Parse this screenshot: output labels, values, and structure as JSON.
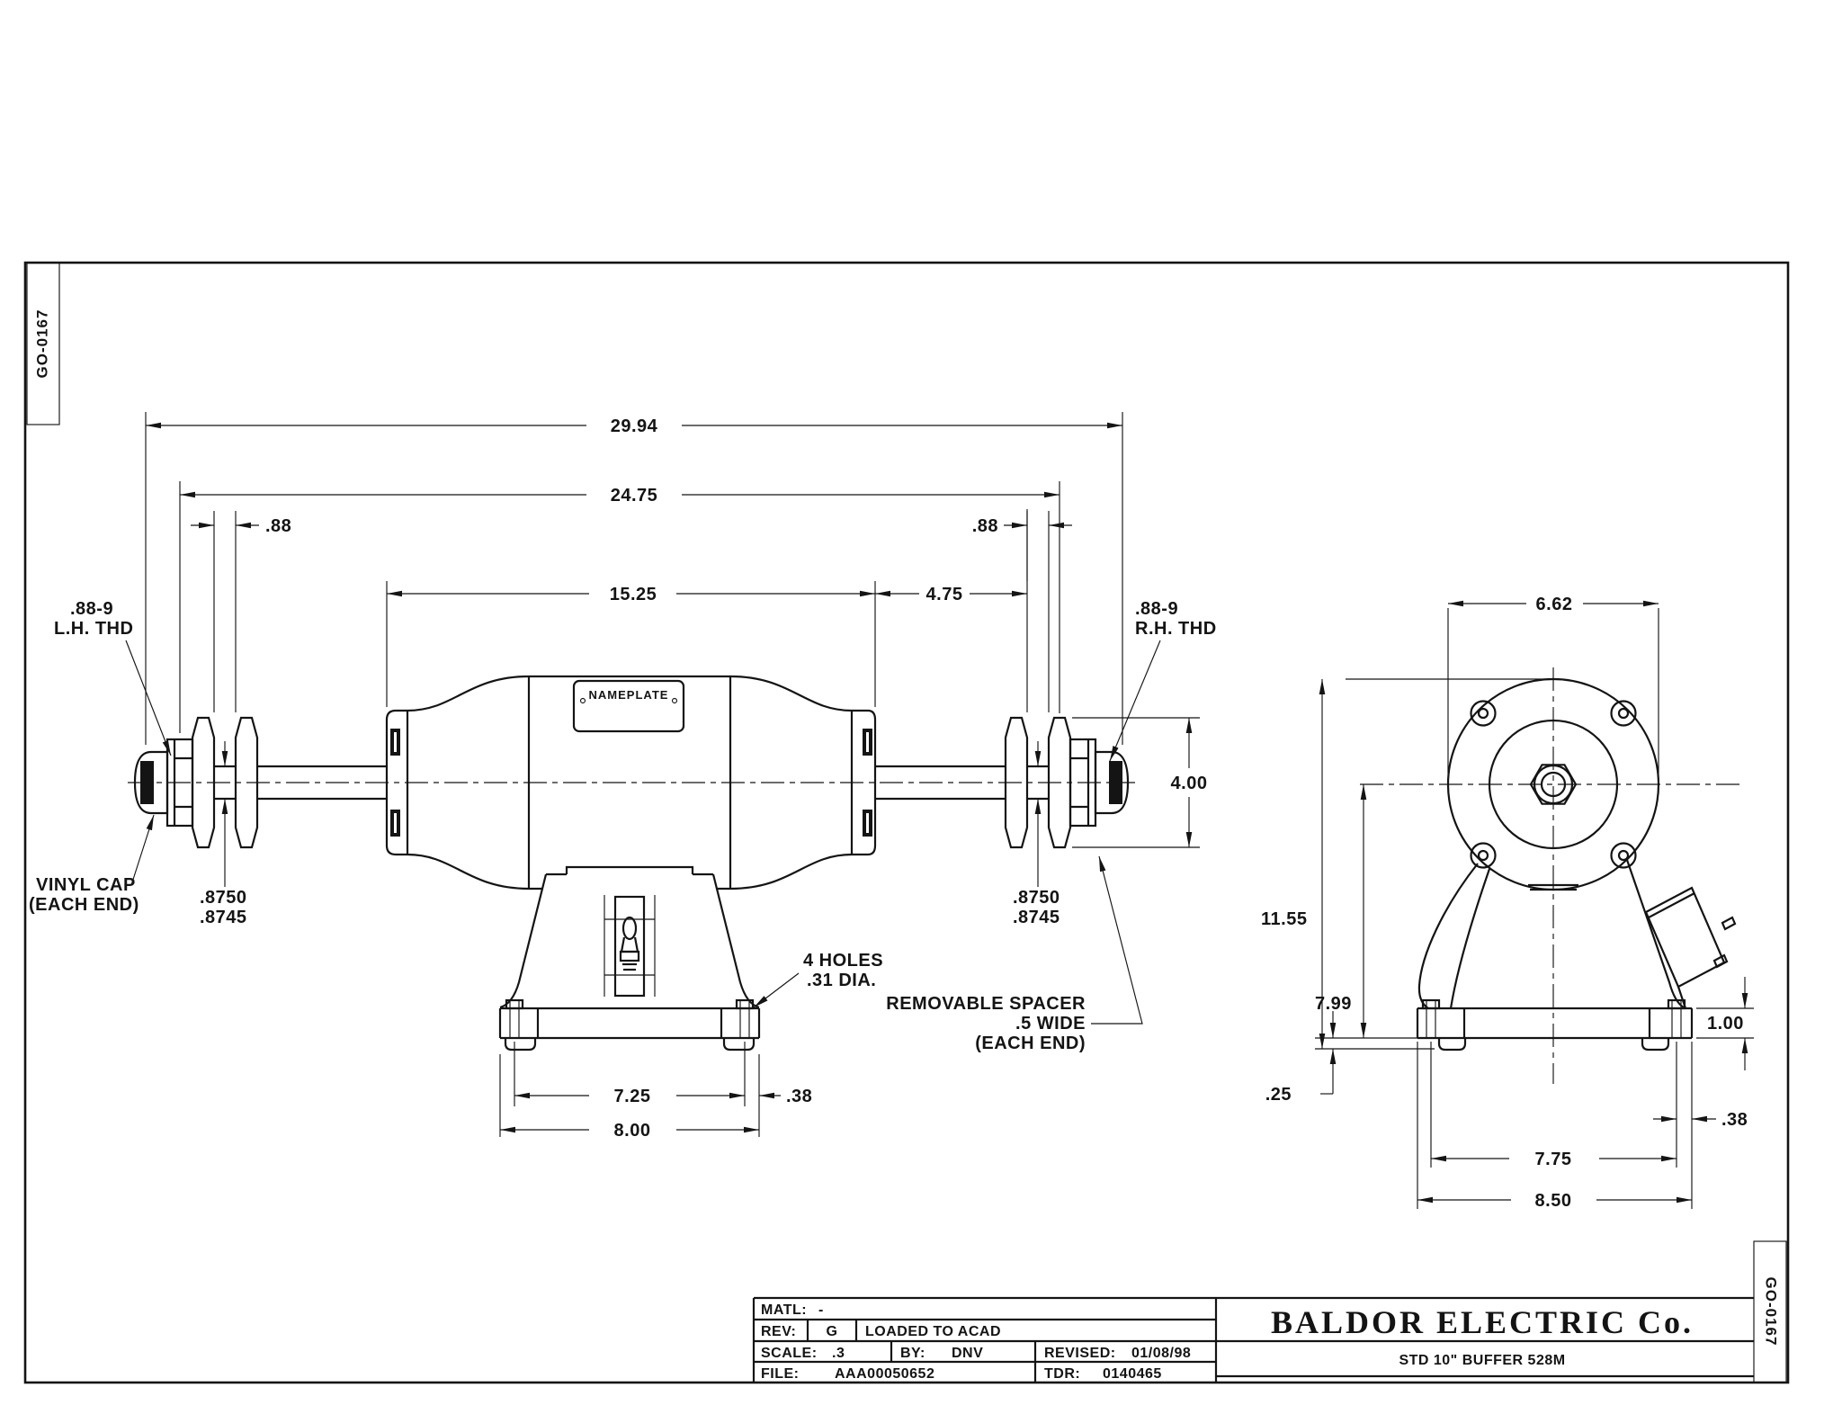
{
  "sheet": {
    "corner_label": "GO-0167"
  },
  "front_view": {
    "nameplate": "NAMEPLATE",
    "dim_overall": "29.94",
    "dim_shaft_total": "24.75",
    "dim_spacer_gap_left": ".88",
    "dim_spacer_gap_right": ".88",
    "dim_body": "15.25",
    "dim_shaft_ext": "4.75",
    "thread_left_line1": ".88-9",
    "thread_left_line2": "L.H. THD",
    "thread_right_line1": ".88-9",
    "thread_right_line2": "R.H. THD",
    "vinyl_cap_line1": "VINYL CAP",
    "vinyl_cap_line2": "(EACH END)",
    "shaft_dia_line1": ".8750",
    "shaft_dia_line2": ".8745",
    "dim_spacer_od": "4.00",
    "holes_line1": "4 HOLES",
    "holes_line2": ".31 DIA.",
    "spacer_note_line1": "REMOVABLE SPACER",
    "spacer_note_line2": ".5 WIDE",
    "spacer_note_line3": "(EACH END)",
    "dim_foot_span": "7.25",
    "dim_base": "8.00",
    "dim_foot_offset": ".38"
  },
  "end_view": {
    "dim_face": "6.62",
    "dim_height": "11.55",
    "dim_center_height": "7.99",
    "dim_foot_height": "1.00",
    "dim_pad_height": ".25",
    "dim_hole_span": "7.75",
    "dim_base": "8.50",
    "dim_edge_offset": ".38"
  },
  "title_block": {
    "matl_label": "MATL:",
    "matl_value": "-",
    "rev_label": "REV:",
    "rev_value": "G",
    "rev_note": "LOADED TO ACAD",
    "scale_label": "SCALE:",
    "scale_value": ".3",
    "by_label": "BY:",
    "by_value": "DNV",
    "revised_label": "REVISED:",
    "revised_value": "01/08/98",
    "file_label": "FILE:",
    "file_value": "AAA00050652",
    "tdr_label": "TDR:",
    "tdr_value": "0140465",
    "company": "BALDOR ELECTRIC Co.",
    "drawing_title": "STD 10\" BUFFER 528M"
  }
}
